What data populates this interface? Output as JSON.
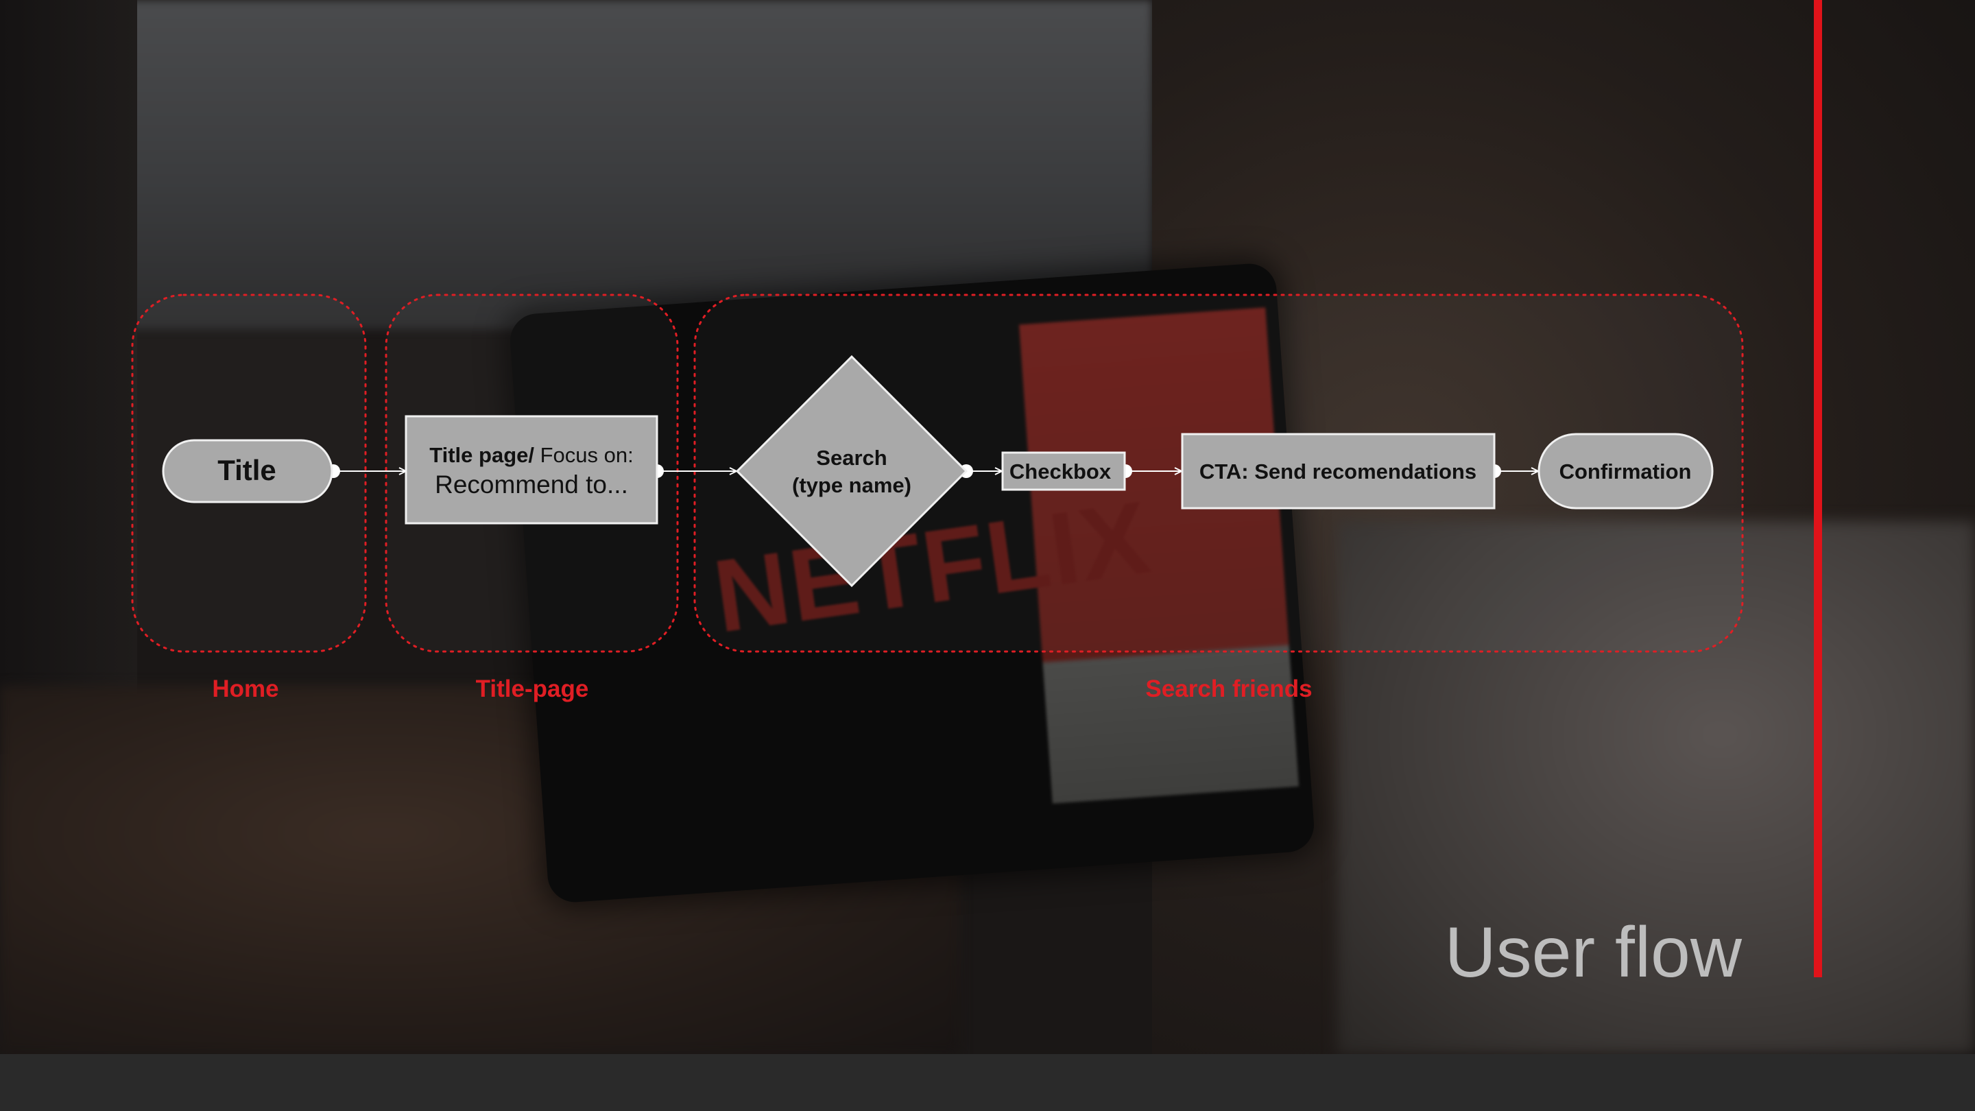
{
  "slide": {
    "heading": "User flow"
  },
  "background": {
    "brand_watermark": "NETFLIX"
  },
  "colors": {
    "accent": "#e01e24",
    "node_fill": "#a9a9a9",
    "connector": "#ffffff",
    "heading": "#bdbdbd"
  },
  "groups": [
    {
      "id": "home",
      "label": "Home"
    },
    {
      "id": "title_page",
      "label": "Title-page"
    },
    {
      "id": "search_friends",
      "label": "Search friends"
    }
  ],
  "nodes": {
    "title": {
      "shape": "terminal",
      "label": "Title"
    },
    "title_page": {
      "shape": "process",
      "label_bold": "Title page/",
      "label_regular": " Focus on:",
      "label_line2": "Recommend to..."
    },
    "search": {
      "shape": "decision",
      "line1": "Search",
      "line2": "(type name)"
    },
    "checkbox": {
      "shape": "process",
      "label": "Checkbox"
    },
    "cta": {
      "shape": "process",
      "label": "CTA: Send recomendations"
    },
    "confirmation": {
      "shape": "terminal",
      "label": "Confirmation"
    }
  },
  "edges": [
    {
      "from": "title",
      "to": "title_page"
    },
    {
      "from": "title_page",
      "to": "search"
    },
    {
      "from": "search",
      "to": "checkbox"
    },
    {
      "from": "checkbox",
      "to": "cta"
    },
    {
      "from": "cta",
      "to": "confirmation"
    }
  ]
}
